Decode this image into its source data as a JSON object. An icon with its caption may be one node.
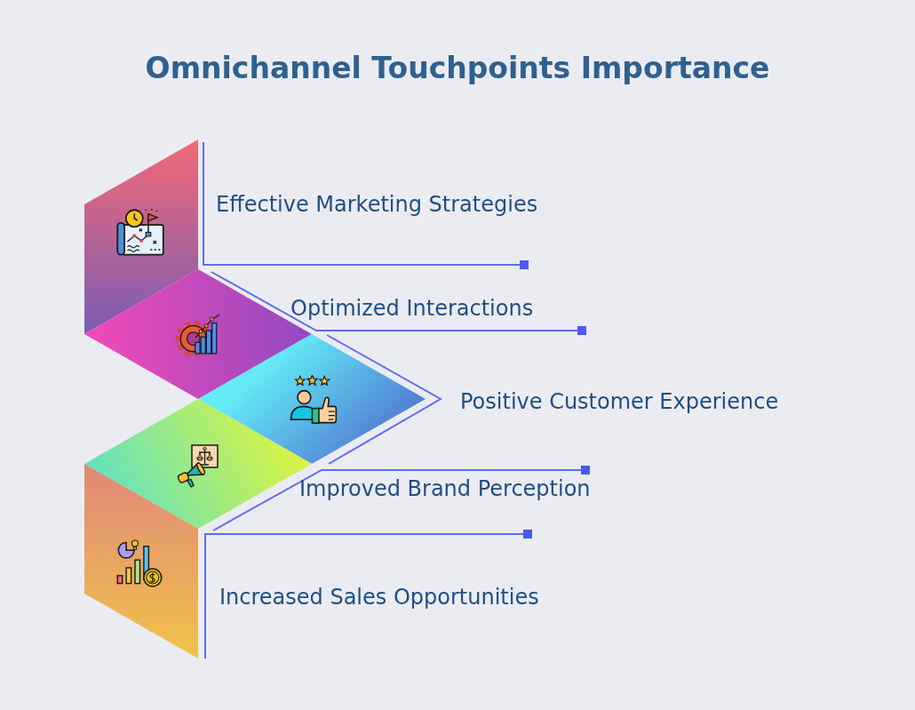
{
  "diagram": {
    "title": "Omnichannel Touchpoints Importance",
    "nodes": [
      {
        "text": [],
        "shape": "parallelogram",
        "beside": [
          "Effective Marketing Strategies"
        ]
      },
      {
        "text": [],
        "shape": "diamond",
        "beside": [
          "Optimized Interactions"
        ]
      },
      {
        "text": [],
        "shape": "diamond",
        "beside": [
          "Positive Customer Experience"
        ]
      },
      {
        "text": [],
        "shape": "diamond",
        "beside": [
          "Improved Brand Perception"
        ]
      },
      {
        "text": [],
        "shape": "parallelogram",
        "beside": [
          "Increased Sales Opportunities"
        ]
      }
    ],
    "edges": [
      {
        "from": 0,
        "to": null,
        "arrow": "other"
      },
      {
        "from": 1,
        "to": null,
        "arrow": "other"
      },
      {
        "from": 2,
        "to": null,
        "arrow": "none"
      },
      {
        "from": 3,
        "to": null,
        "arrow": "other"
      },
      {
        "from": 4,
        "to": null,
        "arrow": "other"
      }
    ]
  }
}
